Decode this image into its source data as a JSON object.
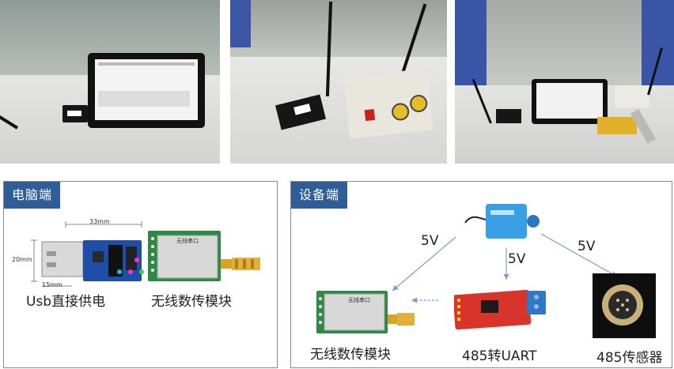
{
  "left_panel": {
    "title": "电脑端",
    "usb_dims": {
      "width": "33mm",
      "height": "20mm",
      "depth": "15mm"
    },
    "usb_caption": "Usb直接供电",
    "radio_caption": "无线数传模块"
  },
  "right_panel": {
    "title": "设备端",
    "arrow_labels": [
      "5V",
      "5V",
      "5V"
    ],
    "radio_caption": "无线数传模块",
    "converter_caption": "485转UART",
    "sensor_caption": "485传感器"
  },
  "radio_label_text": "无线串口",
  "colors": {
    "panel_title_bg": "#2f5d97",
    "arrow": "#7f9bd0",
    "pcb_green": "#2c8a43",
    "pcb_red": "#d9342b"
  }
}
